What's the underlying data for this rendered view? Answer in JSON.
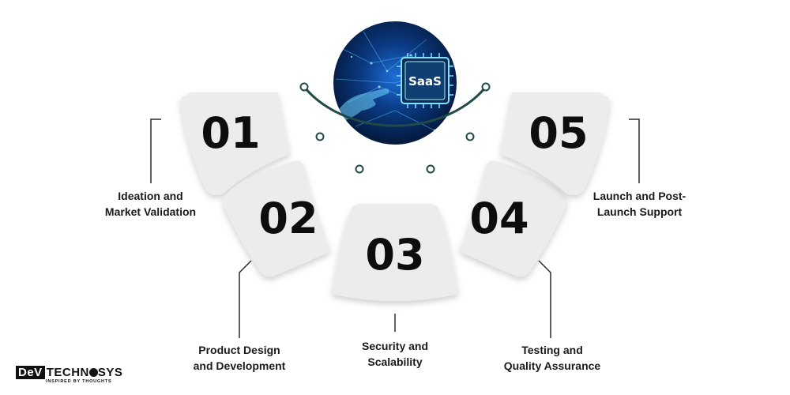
{
  "center_image": {
    "chip_label": "SaaS"
  },
  "steps": [
    {
      "number": "01",
      "lines": [
        "Ideation and",
        "Market Validation"
      ]
    },
    {
      "number": "02",
      "lines": [
        "Product Design",
        "and Development"
      ]
    },
    {
      "number": "03",
      "lines": [
        "Security and",
        "Scalability"
      ]
    },
    {
      "number": "04",
      "lines": [
        "Testing and",
        "Quality Assurance"
      ]
    },
    {
      "number": "05",
      "lines": [
        "Launch and Post-",
        "Launch Support"
      ]
    }
  ],
  "logo": {
    "box": "DeV",
    "text_a": "TECHN",
    "text_b": "SYS",
    "tagline": "INSPIRED BY THOUGHTS"
  },
  "colors": {
    "tile_fill": "#ececec",
    "arc": "#1f4a47",
    "text": "#1a1a1a"
  }
}
